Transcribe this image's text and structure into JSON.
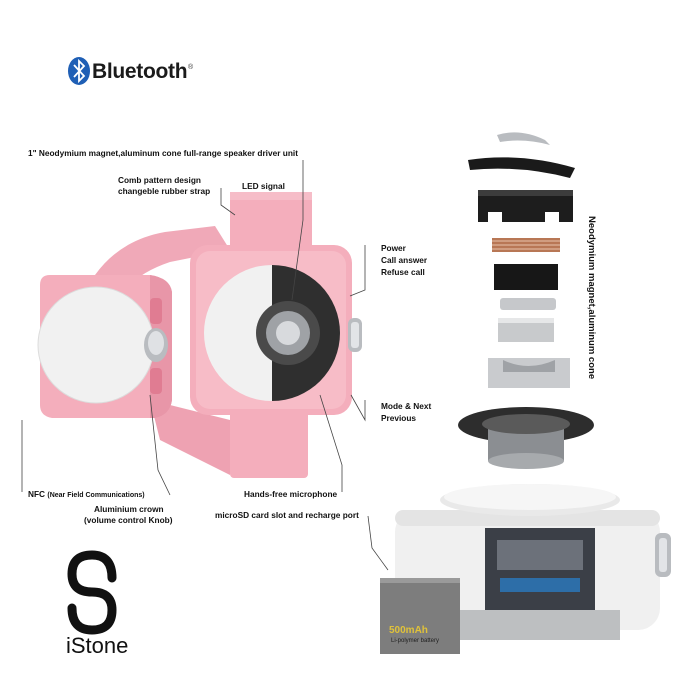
{
  "header": {
    "bluetooth_label": "Bluetooth",
    "registered_mark": "®"
  },
  "labels": {
    "driver": "1\" Neodymium magnet,aluminum cone full-range speaker driver unit",
    "comb_line1": "Comb pattern design",
    "comb_line2": "changeble rubber strap",
    "led": "LED signal",
    "power1": "Power",
    "power2": "Call answer",
    "power3": "Refuse call",
    "mode1": "Mode & Next",
    "mode2": "Previous",
    "nfc_main": "NFC",
    "nfc_sub": "(Near Field Communications)",
    "crown1": "Aluminium crown",
    "crown2": "(volume control Knob)",
    "mic": "Hands-free microphone",
    "sd": "microSD card slot and  recharge port",
    "vertical": "Neodymium magnet,aluminum cone"
  },
  "battery": {
    "capacity": "500mAh",
    "type": "Li-polymer battery"
  },
  "brand": {
    "name": "iStone"
  },
  "colors": {
    "pink": "#f4aebc",
    "pink_dark": "#e792a4",
    "grille": "#f1f1f1",
    "metal": "#b9bcc0",
    "battery_gold": "#e0c23a"
  },
  "icons": [
    "bluetooth-icon",
    "istone-logo-icon"
  ]
}
